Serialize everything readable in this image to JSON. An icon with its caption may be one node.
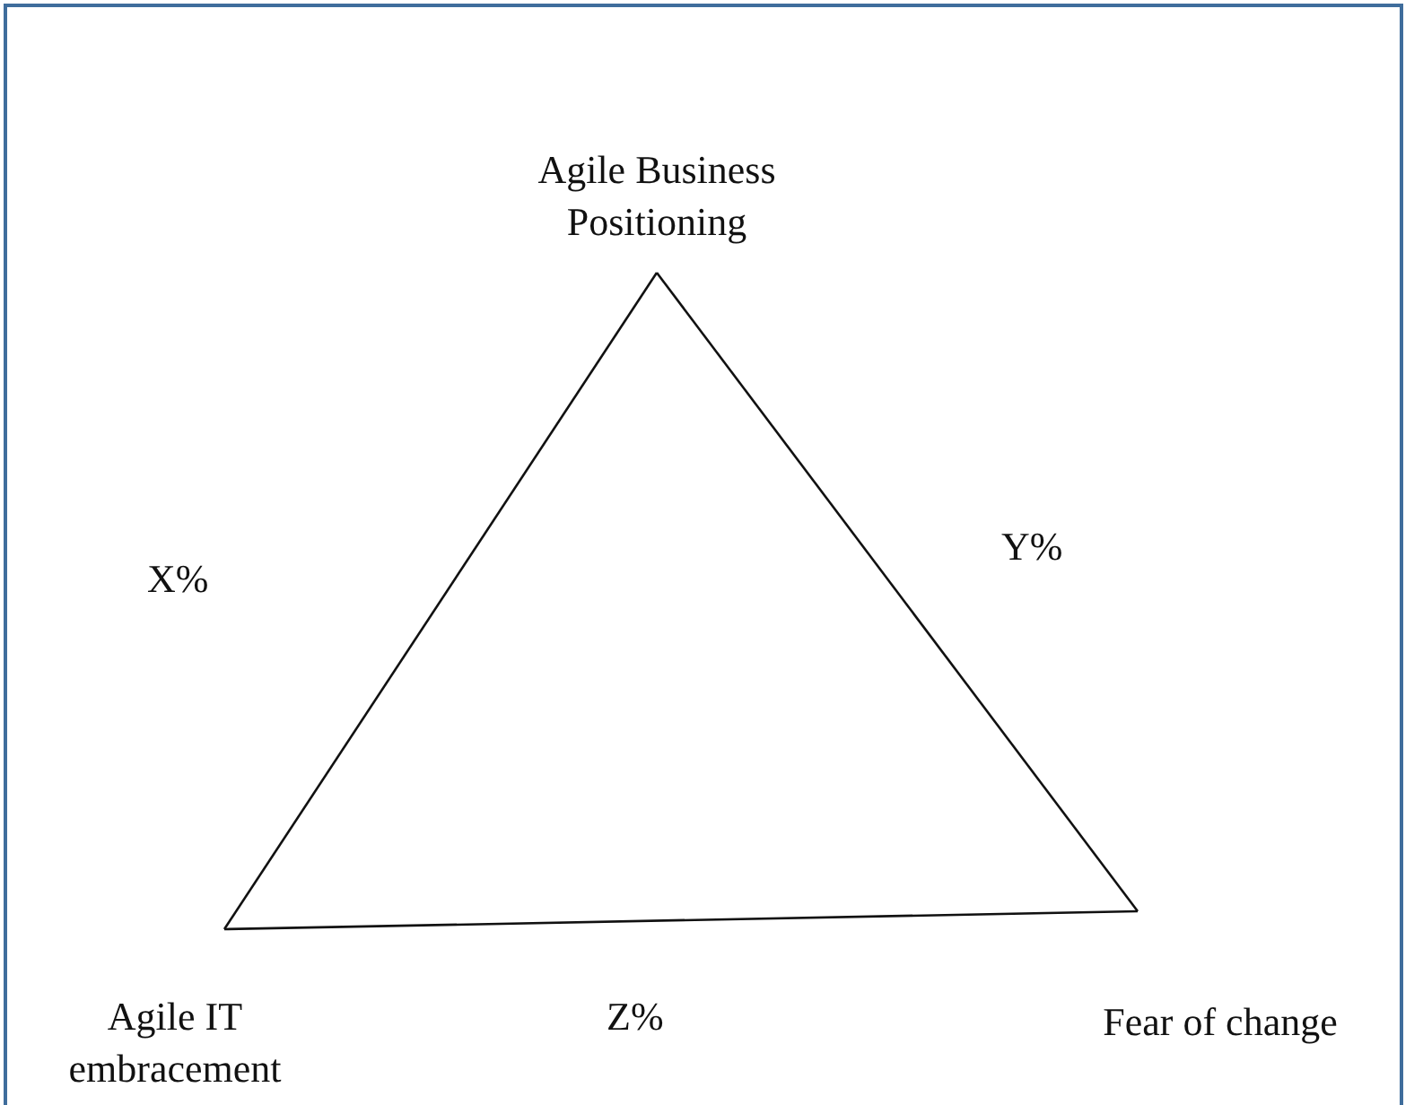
{
  "diagram": {
    "nodes": [
      {
        "text": [
          "Agile Business Positioning"
        ]
      },
      {
        "text": [
          "Agile IT embracement"
        ]
      },
      {
        "text": [
          "Fear of change"
        ]
      }
    ],
    "edges": [
      {
        "from": 0,
        "to": 1,
        "arrow": "none"
      },
      {
        "from": 1,
        "to": 2,
        "arrow": "none"
      },
      {
        "from": 2,
        "to": 0,
        "arrow": "none"
      }
    ],
    "labels": [
      "X%",
      "Y%",
      "Z%"
    ]
  }
}
